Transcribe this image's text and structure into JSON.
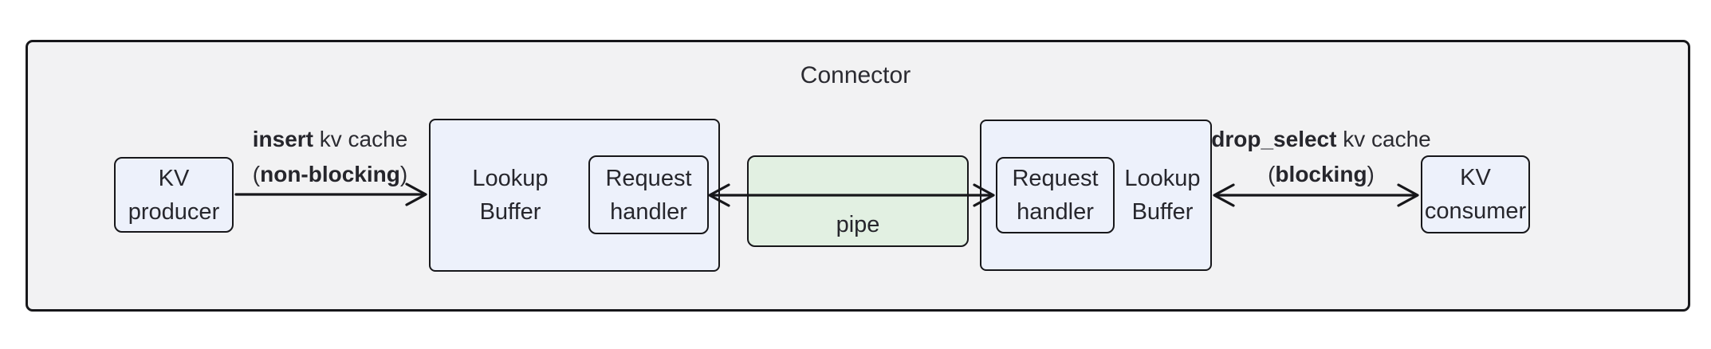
{
  "colors": {
    "page_bg": "#ffffff",
    "container_bg": "#f2f2f3",
    "node_fill": "#edf1fb",
    "pipe_fill": "#e2f0e2",
    "border": "#17171a",
    "text": "#26262c"
  },
  "connector": {
    "title": "Connector"
  },
  "nodes": {
    "kv_producer": {
      "line1": "KV",
      "line2": "producer"
    },
    "lookup_buffer": {
      "line1": "Lookup",
      "line2": "Buffer"
    },
    "request_handler": {
      "line1": "Request",
      "line2": "handler"
    },
    "pipe": {
      "label": "pipe"
    },
    "kv_consumer": {
      "line1": "KV",
      "line2": "consumer"
    }
  },
  "labels": {
    "insert": {
      "line1_bold": "insert",
      "line1_rest": " kv cache",
      "line2_open": "(",
      "line2_bold": "non-blocking",
      "line2_close": ")"
    },
    "drop_select": {
      "line1_bold": "drop_select",
      "line1_rest": " kv cache",
      "line2_open": "(",
      "line2_bold": "blocking",
      "line2_close": ")"
    }
  }
}
